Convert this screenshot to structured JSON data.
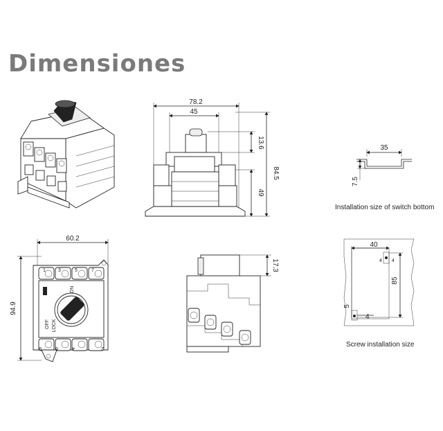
{
  "title": "Dimensiones",
  "front_view": {
    "dim_width": "78.2",
    "dim_inner": "45",
    "dim_top": "13.6",
    "dim_height": "84.5",
    "dim_body": "49"
  },
  "top_view": {
    "dim_width": "60.2",
    "dim_height": "94.9",
    "label_off": "OFF",
    "label_on": "ON",
    "label_lock": "LOCK",
    "terminals_top": [
      "1",
      "3",
      "5",
      "7"
    ],
    "terminals_bottom": [
      "8",
      "6",
      "4",
      "2"
    ]
  },
  "side_view": {
    "dim_top": "17.3"
  },
  "rail": {
    "dim_width": "35",
    "dim_height": "7.5",
    "caption": "Installation size of switch bottom"
  },
  "screw": {
    "dim_horizontal": "40",
    "dim_vertical": "85",
    "dim_small_a": "4",
    "dim_small_b": "5",
    "dim_small_c": "4",
    "caption": "Screw installation size"
  }
}
